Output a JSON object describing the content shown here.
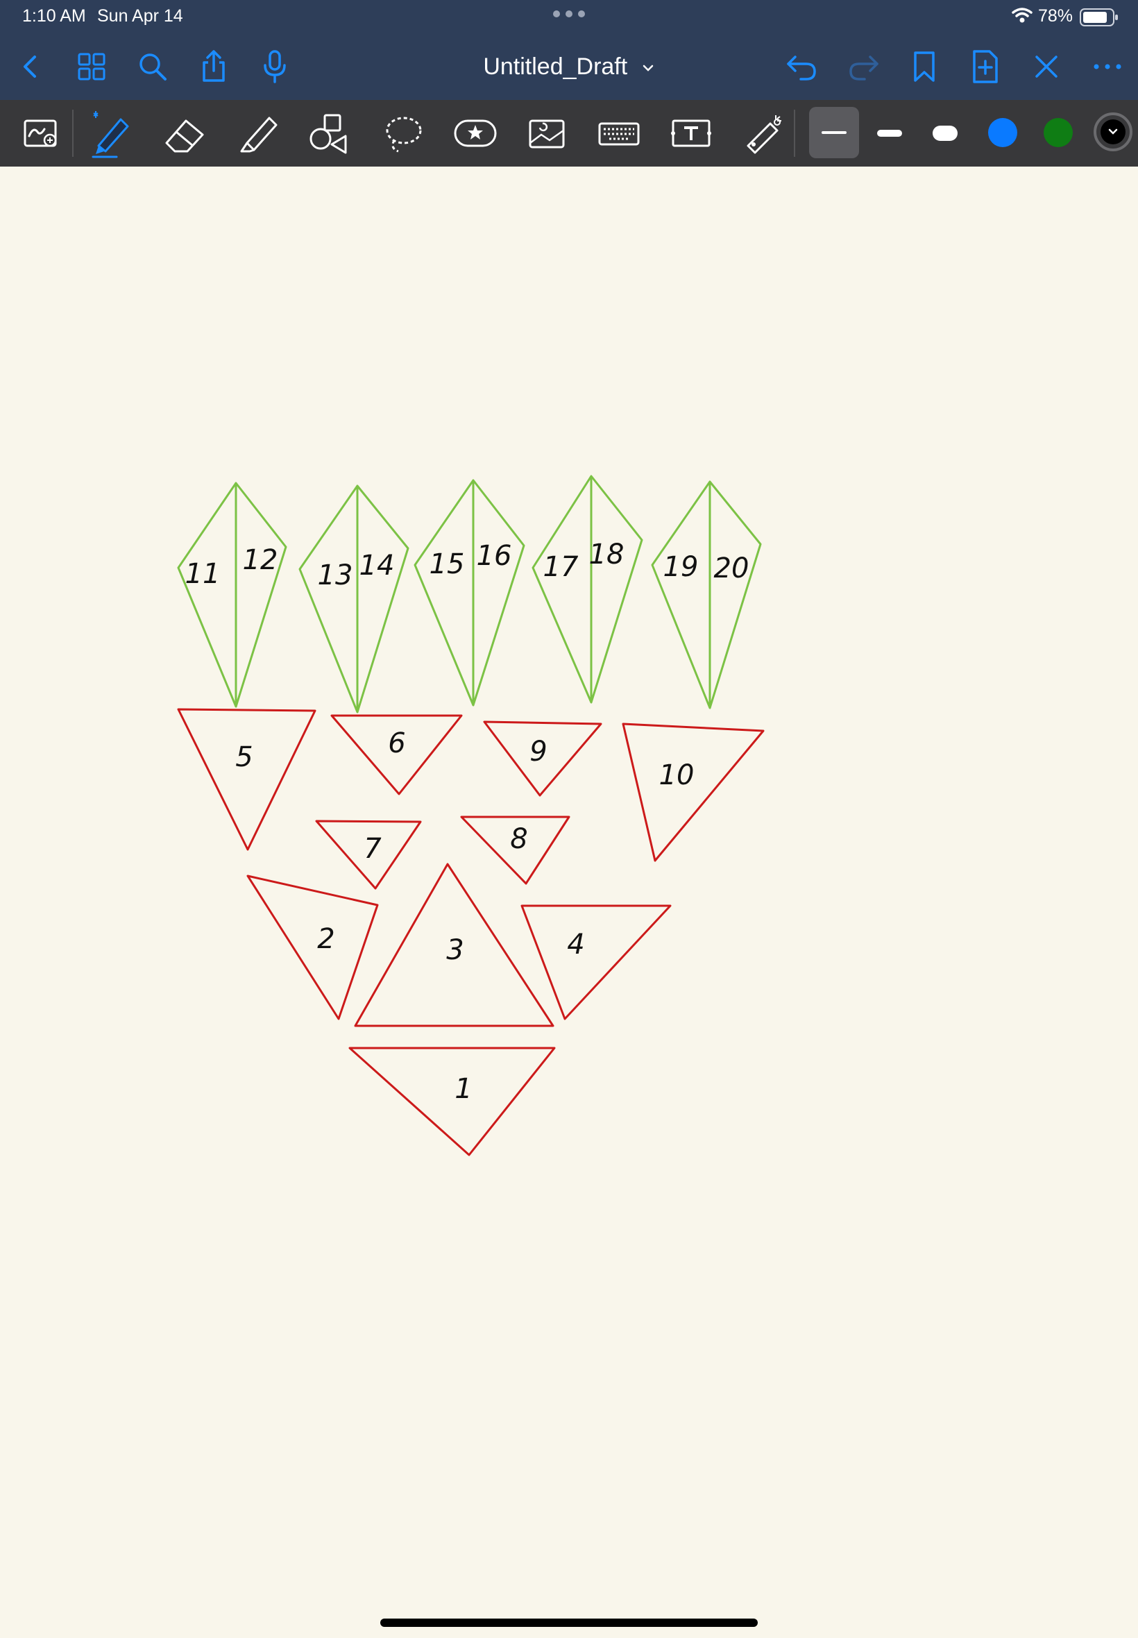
{
  "status_bar": {
    "time": "1:10 AM",
    "date": "Sun Apr 14",
    "battery": "78%"
  },
  "nav_bar": {
    "title": "Untitled_Draft",
    "icons": [
      "back-icon",
      "grid-icon",
      "search-icon",
      "share-icon",
      "microphone-icon",
      "undo-icon",
      "redo-icon",
      "bookmark-icon",
      "add-page-icon",
      "close-icon",
      "more-icon"
    ]
  },
  "toolbar": {
    "tools": [
      "zoom-window",
      "pen",
      "eraser",
      "highlighter",
      "shapes",
      "lasso",
      "sticker",
      "image",
      "keyboard",
      "text",
      "laser-pointer"
    ],
    "selected_tool": "pen",
    "stroke_widths": [
      "thin",
      "medium",
      "thick"
    ],
    "selected_stroke_width": "thin",
    "colors": [
      "#0a7aff",
      "#0f7d14",
      "#000000"
    ],
    "selected_color": "#000000"
  },
  "canvas": {
    "kite_color": "#7cc245",
    "triangle_color": "#cc1a1a",
    "kites": [
      {
        "left": "11",
        "right": "12"
      },
      {
        "left": "13",
        "right": "14"
      },
      {
        "left": "15",
        "right": "16"
      },
      {
        "left": "17",
        "right": "18"
      },
      {
        "left": "19",
        "right": "20"
      }
    ],
    "triangle_labels": [
      "5",
      "6",
      "9",
      "10",
      "7",
      "8",
      "2",
      "3",
      "4",
      "1"
    ]
  }
}
